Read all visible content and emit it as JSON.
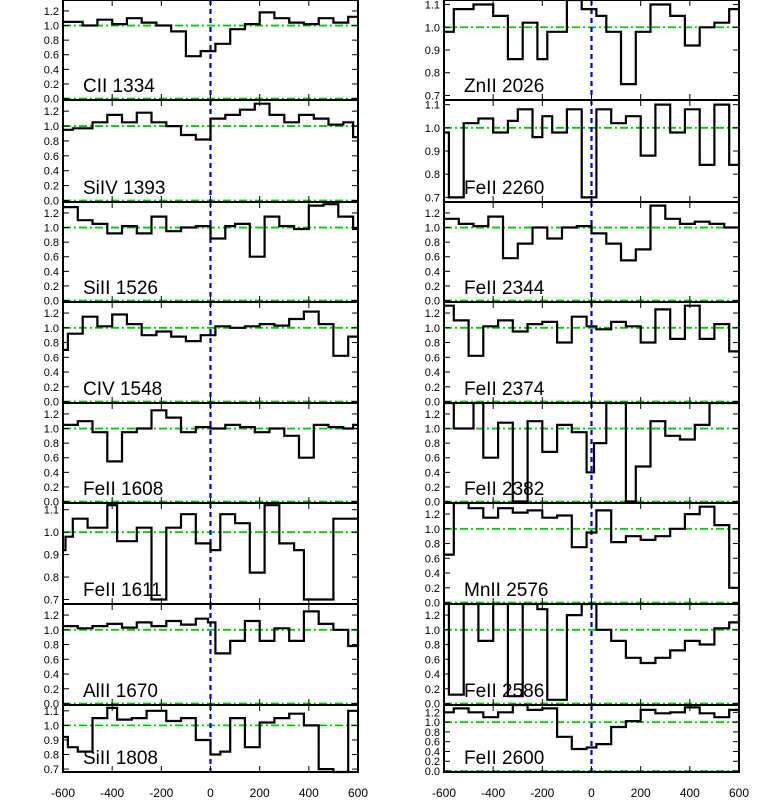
{
  "chart_data": {
    "type": "line",
    "description_free": true,
    "xlim": [
      -600,
      600
    ],
    "x_ticks": [
      -600,
      -400,
      -200,
      0,
      200,
      400,
      600
    ],
    "x_tick_labels": [
      "-600",
      "-400",
      "-200",
      "0",
      "200",
      "400",
      "600"
    ],
    "reference_lines": {
      "horizontal": [
        0.0,
        1.0
      ],
      "vertical": [
        0
      ]
    },
    "colors": {
      "data": "#000000",
      "reference_h": "#00cc00",
      "reference_v": "#0000cc",
      "frame": "#000000"
    },
    "panels": [
      {
        "column": 0,
        "row": 0,
        "label": "CII 1334",
        "ylim": [
          -0.02,
          1.35
        ],
        "yticks": [
          "0.0",
          "0.2",
          "0.4",
          "0.6",
          "0.8",
          "1.0",
          "1.2"
        ],
        "ytick_values": [
          0,
          0.2,
          0.4,
          0.6,
          0.8,
          1.0,
          1.2
        ],
        "x": [
          -600,
          -520,
          -460,
          -400,
          -340,
          -280,
          -220,
          -160,
          -100,
          -40,
          20,
          80,
          140,
          200,
          260,
          320,
          380,
          440,
          500,
          560,
          600
        ],
        "y": [
          1.05,
          1.0,
          1.08,
          1.02,
          1.1,
          1.04,
          1.0,
          0.92,
          0.58,
          0.65,
          0.75,
          0.95,
          1.02,
          1.18,
          1.1,
          1.04,
          1.02,
          1.1,
          1.04,
          1.12,
          1.12
        ]
      },
      {
        "column": 0,
        "row": 1,
        "label": "SiIV 1393",
        "ylim": [
          -0.02,
          1.35
        ],
        "yticks": [
          "0.0",
          "0.2",
          "0.4",
          "0.6",
          "0.8",
          "1.0",
          "1.2"
        ],
        "ytick_values": [
          0,
          0.2,
          0.4,
          0.6,
          0.8,
          1.0,
          1.2
        ],
        "x": [
          -600,
          -560,
          -480,
          -420,
          -360,
          -300,
          -240,
          -180,
          -120,
          -60,
          0,
          60,
          120,
          180,
          240,
          300,
          360,
          420,
          480,
          540,
          580,
          600
        ],
        "y": [
          0.95,
          0.97,
          1.05,
          1.15,
          1.05,
          1.18,
          1.05,
          1.0,
          0.88,
          0.82,
          1.1,
          1.15,
          1.22,
          1.3,
          1.15,
          1.05,
          1.15,
          1.1,
          1.02,
          1.05,
          0.85,
          0.85
        ]
      },
      {
        "column": 0,
        "row": 2,
        "label": "SiII 1526",
        "ylim": [
          -0.02,
          1.35
        ],
        "yticks": [
          "0.0",
          "0.2",
          "0.4",
          "0.6",
          "0.8",
          "1.0",
          "1.2"
        ],
        "ytick_values": [
          0,
          0.2,
          0.4,
          0.6,
          0.8,
          1.0,
          1.2
        ],
        "x": [
          -600,
          -540,
          -480,
          -420,
          -360,
          -300,
          -240,
          -180,
          -120,
          -60,
          0,
          60,
          100,
          160,
          220,
          280,
          340,
          400,
          460,
          520,
          580,
          600
        ],
        "y": [
          1.28,
          1.1,
          1.05,
          0.92,
          1.02,
          0.92,
          1.15,
          0.95,
          1.0,
          1.02,
          0.85,
          1.02,
          1.05,
          0.6,
          1.15,
          1.02,
          0.98,
          1.3,
          1.32,
          1.15,
          0.98,
          0.98
        ]
      },
      {
        "column": 0,
        "row": 3,
        "label": "CIV 1548",
        "ylim": [
          -0.02,
          1.35
        ],
        "yticks": [
          "0.0",
          "0.2",
          "0.4",
          "0.6",
          "0.8",
          "1.0",
          "1.2"
        ],
        "ytick_values": [
          0,
          0.2,
          0.4,
          0.6,
          0.8,
          1.0,
          1.2
        ],
        "x": [
          -600,
          -580,
          -520,
          -460,
          -400,
          -340,
          -280,
          -220,
          -160,
          -100,
          -40,
          20,
          80,
          140,
          200,
          260,
          320,
          380,
          440,
          500,
          560,
          600
        ],
        "y": [
          0.7,
          0.92,
          1.15,
          1.02,
          1.18,
          1.05,
          0.9,
          0.95,
          0.88,
          0.82,
          0.9,
          1.02,
          1.0,
          1.02,
          1.05,
          1.03,
          1.12,
          1.22,
          1.05,
          0.62,
          0.88,
          0.88
        ]
      },
      {
        "column": 0,
        "row": 4,
        "label": "FeII 1608",
        "ylim": [
          -0.02,
          1.35
        ],
        "yticks": [
          "0.0",
          "0.2",
          "0.4",
          "0.6",
          "0.8",
          "1.0",
          "1.2"
        ],
        "ytick_values": [
          0,
          0.2,
          0.4,
          0.6,
          0.8,
          1.0,
          1.2
        ],
        "x": [
          -600,
          -540,
          -480,
          -420,
          -360,
          -300,
          -240,
          -180,
          -120,
          -60,
          0,
          60,
          120,
          180,
          240,
          300,
          360,
          420,
          480,
          540,
          580,
          600
        ],
        "y": [
          1.05,
          1.1,
          0.95,
          0.55,
          0.95,
          1.0,
          1.25,
          1.15,
          0.95,
          1.02,
          1.0,
          1.05,
          1.02,
          0.95,
          1.0,
          0.9,
          0.6,
          1.05,
          1.02,
          1.0,
          1.05,
          1.05
        ]
      },
      {
        "column": 0,
        "row": 5,
        "label": "FeII 1611",
        "ylim": [
          0.68,
          1.13
        ],
        "yticks": [
          "0.7",
          "0.8",
          "0.9",
          "1.0",
          "1.1"
        ],
        "ytick_values": [
          0.7,
          0.8,
          0.9,
          1.0,
          1.1
        ],
        "x": [
          -600,
          -590,
          -560,
          -500,
          -420,
          -380,
          -300,
          -240,
          -180,
          -120,
          -60,
          0,
          40,
          100,
          160,
          220,
          280,
          340,
          380,
          440,
          500,
          560,
          600
        ],
        "y": [
          0.92,
          0.98,
          1.06,
          1.02,
          1.12,
          0.96,
          1.02,
          0.7,
          1.02,
          1.08,
          0.95,
          0.92,
          1.08,
          1.04,
          0.82,
          1.12,
          0.95,
          0.92,
          0.7,
          0.7,
          1.06,
          1.06,
          1.06
        ]
      },
      {
        "column": 0,
        "row": 6,
        "label": "AlII 1670",
        "ylim": [
          -0.02,
          1.35
        ],
        "yticks": [
          "0.0",
          "0.2",
          "0.4",
          "0.6",
          "0.8",
          "1.0",
          "1.2"
        ],
        "ytick_values": [
          0,
          0.2,
          0.4,
          0.6,
          0.8,
          1.0,
          1.2
        ],
        "x": [
          -600,
          -540,
          -480,
          -420,
          -360,
          -300,
          -240,
          -180,
          -120,
          -60,
          -10,
          20,
          80,
          140,
          200,
          260,
          320,
          380,
          440,
          500,
          560,
          600
        ],
        "y": [
          1.05,
          1.02,
          1.05,
          1.08,
          1.03,
          1.1,
          1.05,
          1.12,
          1.07,
          1.15,
          1.1,
          0.68,
          0.85,
          1.12,
          0.85,
          1.02,
          0.85,
          1.25,
          1.08,
          1.0,
          0.78,
          1.0
        ]
      },
      {
        "column": 0,
        "row": 7,
        "label": "SiII 1808",
        "ylim": [
          0.68,
          1.14
        ],
        "yticks": [
          "0.7",
          "0.8",
          "0.9",
          "1.0",
          "1.1"
        ],
        "ytick_values": [
          0.7,
          0.8,
          0.9,
          1.0,
          1.1
        ],
        "x": [
          -600,
          -580,
          -540,
          -480,
          -420,
          -380,
          -320,
          -260,
          -180,
          -120,
          -60,
          0,
          40,
          80,
          140,
          200,
          260,
          320,
          380,
          440,
          500,
          560,
          600
        ],
        "y": [
          0.92,
          0.85,
          0.82,
          1.05,
          1.12,
          1.04,
          1.05,
          1.1,
          1.03,
          1.05,
          0.9,
          0.8,
          0.82,
          1.05,
          0.85,
          1.02,
          1.05,
          1.08,
          1.0,
          0.7,
          0.68,
          1.1,
          1.1
        ]
      },
      {
        "column": 1,
        "row": 0,
        "label": "ZnII 2026",
        "ylim": [
          0.68,
          1.12
        ],
        "yticks": [
          "0.7",
          "0.8",
          "0.9",
          "1.0",
          "1.1"
        ],
        "ytick_values": [
          0.7,
          0.8,
          0.9,
          1.0,
          1.1
        ],
        "x": [
          -600,
          -560,
          -480,
          -400,
          -340,
          -280,
          -220,
          -180,
          -100,
          -40,
          20,
          60,
          120,
          180,
          240,
          320,
          380,
          440,
          500,
          560,
          600
        ],
        "y": [
          0.98,
          1.08,
          1.1,
          1.05,
          0.86,
          1.02,
          0.86,
          0.98,
          1.15,
          1.08,
          1.05,
          0.98,
          0.75,
          0.98,
          1.1,
          1.05,
          0.92,
          1.0,
          1.02,
          1.08,
          1.08
        ]
      },
      {
        "column": 1,
        "row": 1,
        "label": "FeII 2260",
        "ylim": [
          0.68,
          1.12
        ],
        "yticks": [
          "0.7",
          "0.8",
          "0.9",
          "1.0",
          "1.1"
        ],
        "ytick_values": [
          0.7,
          0.8,
          0.9,
          1.0,
          1.1
        ],
        "x": [
          -600,
          -580,
          -520,
          -460,
          -400,
          -340,
          -300,
          -240,
          -200,
          -160,
          -100,
          -40,
          20,
          80,
          140,
          200,
          260,
          320,
          380,
          440,
          500,
          560,
          600
        ],
        "y": [
          0.98,
          0.7,
          1.02,
          1.04,
          0.98,
          1.03,
          1.08,
          0.96,
          1.05,
          0.98,
          1.08,
          0.7,
          1.08,
          1.02,
          1.05,
          0.88,
          1.1,
          0.98,
          1.08,
          0.84,
          1.1,
          0.84,
          0.9
        ]
      },
      {
        "column": 1,
        "row": 2,
        "label": "FeII 2344",
        "ylim": [
          -0.02,
          1.35
        ],
        "yticks": [
          "0.0",
          "0.2",
          "0.4",
          "0.6",
          "0.8",
          "1.0",
          "1.2"
        ],
        "ytick_values": [
          0,
          0.2,
          0.4,
          0.6,
          0.8,
          1.0,
          1.2
        ],
        "x": [
          -600,
          -540,
          -480,
          -420,
          -360,
          -300,
          -240,
          -180,
          -120,
          -60,
          0,
          60,
          120,
          180,
          240,
          300,
          360,
          420,
          480,
          540,
          600
        ],
        "y": [
          1.12,
          1.05,
          1.02,
          1.15,
          0.58,
          0.78,
          1.0,
          0.85,
          1.0,
          1.02,
          0.92,
          0.78,
          0.55,
          0.7,
          1.3,
          1.12,
          1.05,
          1.08,
          1.05,
          1.0,
          1.0
        ]
      },
      {
        "column": 1,
        "row": 3,
        "label": "FeII 2374",
        "ylim": [
          -0.02,
          1.35
        ],
        "yticks": [
          "0.0",
          "0.2",
          "0.4",
          "0.6",
          "0.8",
          "1.0",
          "1.2"
        ],
        "ytick_values": [
          0,
          0.2,
          0.4,
          0.6,
          0.8,
          1.0,
          1.2
        ],
        "x": [
          -600,
          -560,
          -500,
          -440,
          -380,
          -320,
          -260,
          -200,
          -140,
          -80,
          -20,
          20,
          80,
          140,
          200,
          260,
          320,
          380,
          440,
          500,
          560,
          600
        ],
        "y": [
          1.3,
          1.1,
          0.62,
          1.02,
          1.1,
          0.95,
          1.05,
          1.08,
          0.8,
          1.15,
          1.02,
          0.98,
          1.08,
          1.02,
          0.8,
          1.25,
          0.85,
          1.3,
          0.85,
          1.05,
          0.68,
          0.68
        ]
      },
      {
        "column": 1,
        "row": 4,
        "label": "FeII 2382",
        "ylim": [
          -0.02,
          1.35
        ],
        "yticks": [
          "0.0",
          "0.2",
          "0.4",
          "0.6",
          "0.8",
          "1.0",
          "1.2"
        ],
        "ytick_values": [
          0,
          0.2,
          0.4,
          0.6,
          0.8,
          1.0,
          1.2
        ],
        "x": [
          -600,
          -560,
          -480,
          -440,
          -380,
          -320,
          -260,
          -200,
          -140,
          -80,
          -20,
          10,
          60,
          140,
          180,
          240,
          300,
          360,
          420,
          480,
          540,
          600
        ],
        "y": [
          1.35,
          1.0,
          1.35,
          0.6,
          1.08,
          0.0,
          1.1,
          0.68,
          1.05,
          0.95,
          0.4,
          0.8,
          1.35,
          0.0,
          0.48,
          1.1,
          0.9,
          0.85,
          1.05,
          1.35,
          1.35,
          1.35
        ]
      },
      {
        "column": 1,
        "row": 5,
        "label": "MnII 2576",
        "ylim": [
          -0.02,
          1.35
        ],
        "yticks": [
          "0.0",
          "0.2",
          "0.4",
          "0.6",
          "0.8",
          "1.0",
          "1.2"
        ],
        "ytick_values": [
          0,
          0.2,
          0.4,
          0.6,
          0.8,
          1.0,
          1.2
        ],
        "x": [
          -600,
          -560,
          -500,
          -440,
          -380,
          -320,
          -260,
          -200,
          -140,
          -80,
          -20,
          20,
          80,
          140,
          200,
          260,
          320,
          380,
          440,
          500,
          560,
          600
        ],
        "y": [
          0.65,
          1.35,
          1.28,
          1.15,
          1.28,
          1.22,
          1.25,
          1.15,
          1.18,
          0.75,
          0.95,
          1.25,
          0.82,
          0.9,
          0.85,
          0.9,
          1.0,
          1.2,
          1.3,
          1.05,
          0.2,
          0.2
        ]
      },
      {
        "column": 1,
        "row": 6,
        "label": "FeII 2586",
        "ylim": [
          -0.02,
          1.35
        ],
        "yticks": [
          "0.0",
          "0.2",
          "0.4",
          "0.6",
          "0.8",
          "1.0",
          "1.2"
        ],
        "ytick_values": [
          0,
          0.2,
          0.4,
          0.6,
          0.8,
          1.0,
          1.2
        ],
        "x": [
          -600,
          -580,
          -520,
          -460,
          -400,
          -340,
          -280,
          -220,
          -180,
          -100,
          -40,
          20,
          80,
          140,
          200,
          260,
          320,
          380,
          440,
          500,
          560,
          600
        ],
        "y": [
          1.35,
          0.12,
          1.35,
          0.85,
          1.35,
          0.1,
          1.35,
          1.28,
          0.05,
          1.2,
          1.35,
          1.0,
          0.85,
          0.62,
          0.55,
          0.62,
          0.72,
          0.85,
          0.8,
          1.02,
          1.1,
          1.35
        ]
      },
      {
        "column": 1,
        "row": 7,
        "label": "FeII 2600",
        "ylim": [
          -0.02,
          1.35
        ],
        "yticks": [
          "0.0",
          "0.2",
          "0.4",
          "0.6",
          "0.8",
          "1.0",
          "1.2"
        ],
        "ytick_values": [
          0,
          0.2,
          0.4,
          0.6,
          0.8,
          1.0,
          1.2
        ],
        "x": [
          -600,
          -560,
          -500,
          -440,
          -380,
          -320,
          -260,
          -200,
          -140,
          -80,
          -20,
          20,
          80,
          140,
          200,
          260,
          320,
          380,
          440,
          500,
          560,
          600
        ],
        "y": [
          1.2,
          1.28,
          1.2,
          1.1,
          1.2,
          1.35,
          1.25,
          1.28,
          0.7,
          0.45,
          0.48,
          0.55,
          0.9,
          1.02,
          1.25,
          1.18,
          1.2,
          1.3,
          1.18,
          1.1,
          1.25,
          1.25
        ]
      }
    ]
  }
}
